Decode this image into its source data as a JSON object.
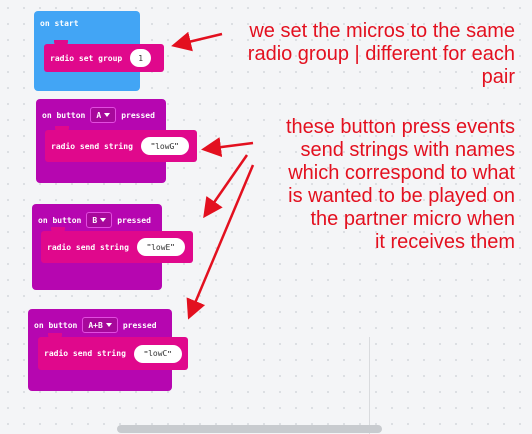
{
  "colors": {
    "basic_block": "#42a5f5",
    "basic_inner": "#e0088c",
    "input_block": "#b606b0",
    "radio_block": "#e0088c",
    "annotation": "#e3101f"
  },
  "blocks": {
    "on_start": {
      "header": "on start",
      "inner_label": "radio set group",
      "value": "1"
    },
    "button_a": {
      "header_prefix": "on button",
      "button": "A",
      "header_suffix": "pressed",
      "inner_label": "radio send string",
      "value": "lowG"
    },
    "button_b": {
      "header_prefix": "on button",
      "button": "B",
      "header_suffix": "pressed",
      "inner_label": "radio send string",
      "value": "lowE"
    },
    "button_ab": {
      "header_prefix": "on button",
      "button": "A+B",
      "header_suffix": "pressed",
      "inner_label": "radio send string",
      "value": "lowC"
    }
  },
  "annotations": {
    "top": [
      "we set the micros to the same",
      "radio group | different for each",
      "pair"
    ],
    "middle": [
      "these button press events",
      "send strings with names",
      "which correspond to what",
      "is wanted to be played on",
      "the partner micro when",
      "it receives them"
    ]
  },
  "quote_mark": "\""
}
